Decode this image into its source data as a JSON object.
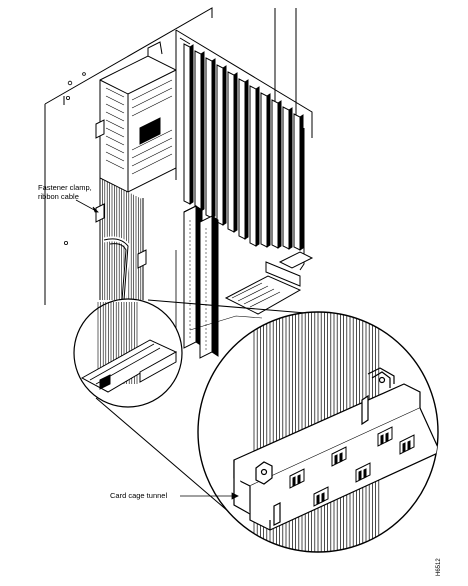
{
  "callouts": {
    "fastener_line1": "Fastener clamp,",
    "fastener_line2": "ribbon cable",
    "tunnel": "Card cage tunnel"
  },
  "figure_id": "H6512",
  "colors": {
    "line": "#000000",
    "background": "#ffffff",
    "shade": "#000000"
  }
}
